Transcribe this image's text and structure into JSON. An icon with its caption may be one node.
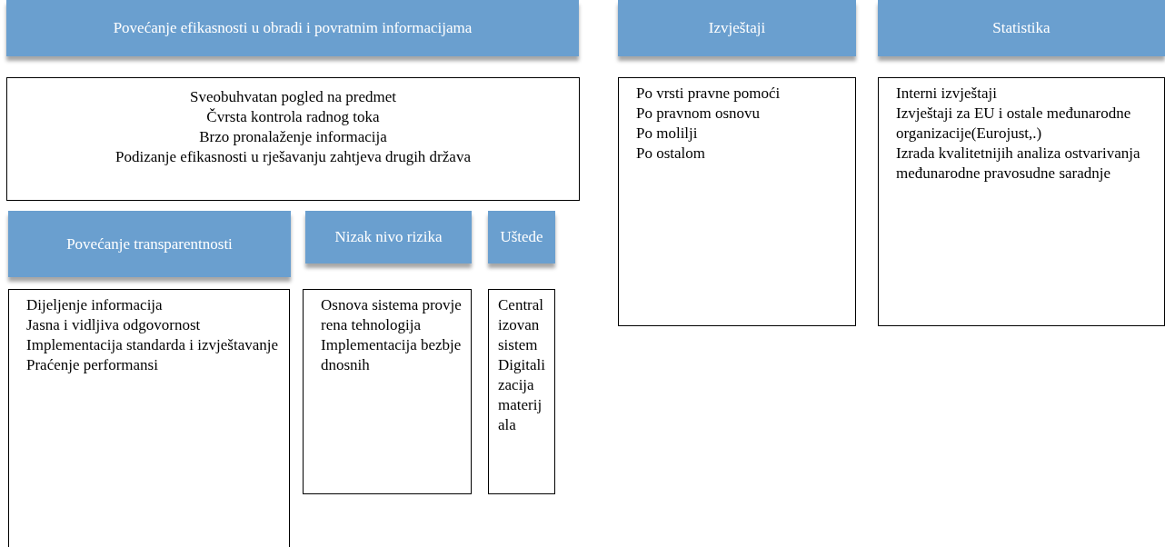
{
  "diagram": {
    "nodes": [
      {
        "text": [
          "Povećanje efikasnosti u obradi i povratnim informacijama"
        ]
      },
      {
        "text": [
          "Sveobuhvatan pogled na predmet",
          "Čvrsta kontrola radnog toka",
          "Brzo pronalaženje informacija",
          "Podizanje efikasnosti u rješavanju zahtjeva drugih država"
        ]
      },
      {
        "text": [
          "Povećanje transparentnosti"
        ]
      },
      {
        "text": [
          "Nizak nivo rizika"
        ]
      },
      {
        "text": [
          "Uštede"
        ]
      },
      {
        "text": [
          "Dijeljenje informacija",
          "Jasna i vidljiva odgovornost",
          "Implementacija standarda i izvještavanje",
          "Praćenje performansi"
        ]
      },
      {
        "text": [
          "Osnova sistema provjerena tehnologija",
          "Implementacija bezbjednosnih"
        ]
      },
      {
        "text": [
          "Centralizovan sistem",
          "Digitalizacija materijala"
        ]
      },
      {
        "text": [
          "Izvještaji"
        ]
      },
      {
        "text": [
          "Po vrsti pravne pomoći",
          "Po pravnom osnovu",
          "Po molilji",
          "Po ostalom"
        ]
      },
      {
        "text": [
          "Statistika"
        ]
      },
      {
        "text": [
          "Interni izvještaji",
          "Izvještaji za EU i ostale međunarodne organizacije(Eurojust,.)",
          "Izrada kvalitetnijih analiza ostvarivanja međunarodne pravosudne saradnje"
        ]
      }
    ]
  }
}
